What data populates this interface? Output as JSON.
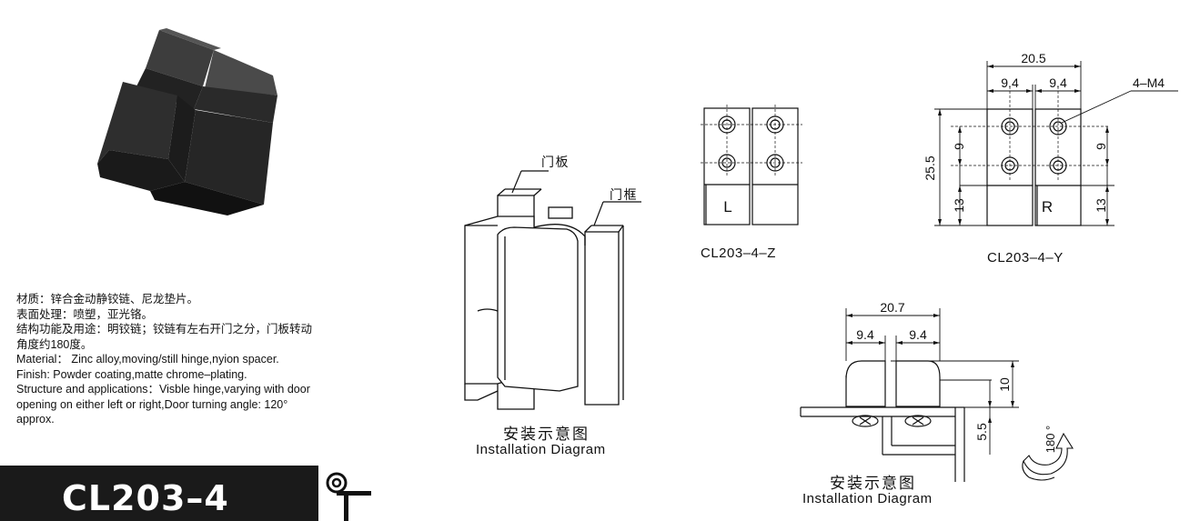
{
  "description": {
    "cn_material": "材质：锌合金动静铰链、尼龙垫片。",
    "cn_finish": "表面处理：喷塑，亚光铬。",
    "cn_structure_1": "结构功能及用途：明铰链；铰链有左右开门之分，门板转动",
    "cn_structure_2": "角度约180度。",
    "en_material": "Material： Zinc alloy,moving/still hinge,nyion spacer.",
    "en_finish": "Finish: Powder coating,matte chrome–plating.",
    "en_structure_1": "Structure and applications：Visble hinge,varying with door",
    "en_structure_2": "opening on either left or right,Door turning angle: 120°",
    "en_structure_3": "approx."
  },
  "model": "CL203–4",
  "installation": {
    "door_panel": "门板",
    "door_frame": "门框",
    "caption_cn": "安装示意图",
    "caption_en": "Installation Diagram"
  },
  "left_view": {
    "label": "CL203–4–Z",
    "letter": "L"
  },
  "right_view": {
    "label": "CL203–4–Y",
    "letter": "R",
    "dim_total_width": "20.5",
    "dim_left_width": "9.4",
    "dim_right_width": "9.4",
    "dim_screw": "4–M4",
    "dim_height": "25.5",
    "dim_hole_pitch_left": "9",
    "dim_bottom_left": "13",
    "dim_hole_pitch_right": "9",
    "dim_bottom_right": "13"
  },
  "top_view": {
    "dim_total_width": "20.7",
    "dim_left_width": "9.4",
    "dim_right_width": "9.4",
    "dim_height": "10",
    "dim_base": "5.5",
    "angle": "180 °",
    "caption_cn": "安装示意图",
    "caption_en": "Installation Diagram"
  }
}
